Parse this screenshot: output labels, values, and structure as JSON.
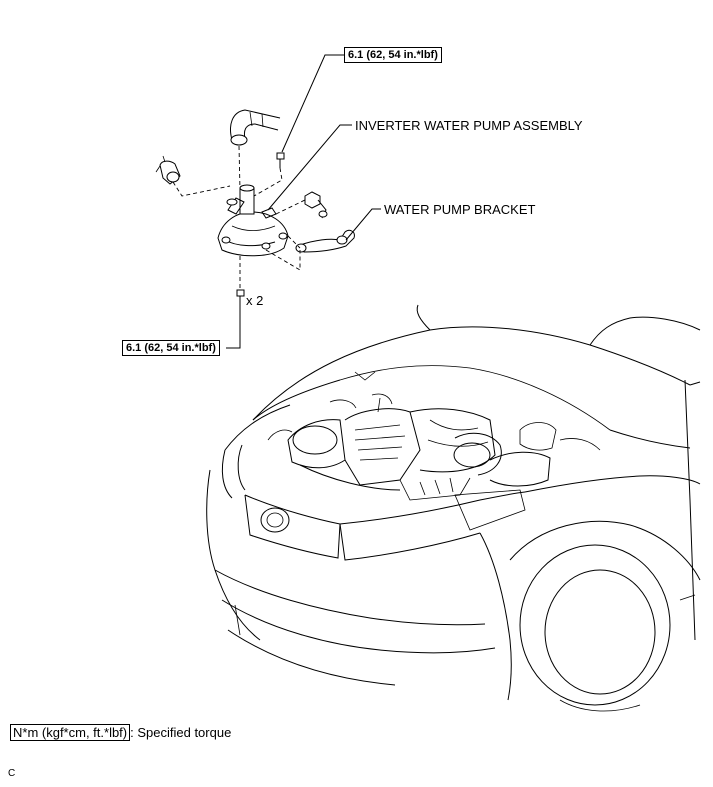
{
  "callouts": {
    "torque_top": "6.1 (62, 54 in.*lbf)",
    "torque_bottom": "6.1 (62, 54 in.*lbf)",
    "pump_label": "INVERTER WATER PUMP ASSEMBLY",
    "bracket_label": "WATER PUMP BRACKET",
    "quantity": "x 2"
  },
  "legend": {
    "unit_box": "N*m (kgf*cm, ft.*lbf)",
    "description": ": Specified torque"
  },
  "figure_code": "C"
}
